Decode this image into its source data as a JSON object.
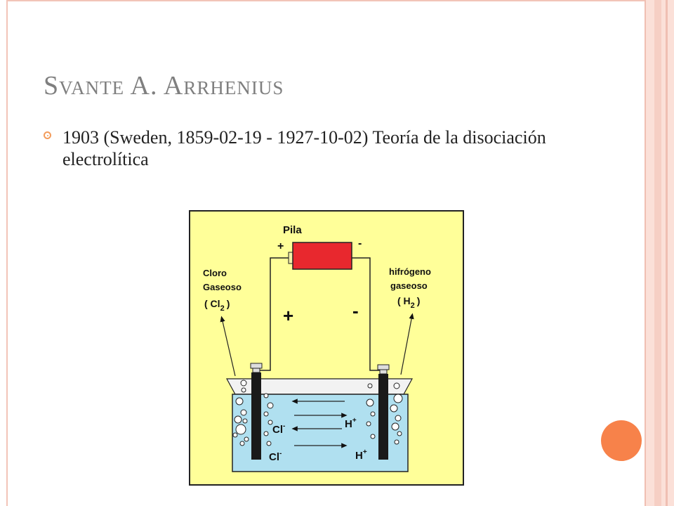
{
  "slide": {
    "title": "Svante A. Arrhenius",
    "bullet": "1903 (Sweden, 1859-02-19 - 1927-10-02) Teoría de la disociación electrolítica"
  },
  "figure": {
    "battery_label": "Pila",
    "battery_plus": "+",
    "battery_minus": "-",
    "left_gas_line1": "Cloro",
    "left_gas_line2": "Gaseoso",
    "left_gas_formula": "( Cl",
    "left_gas_sub": "2",
    "left_gas_close": ")",
    "right_gas_line1": "hifrógeno",
    "right_gas_line2": "gaseoso",
    "right_gas_formula": "( H",
    "right_gas_sub": "2",
    "right_gas_close": ")",
    "anode_sign": "+",
    "cathode_sign": "-",
    "ion_cl_1": "Cl",
    "ion_cl_1_sup": "-",
    "ion_cl_2": "Cl",
    "ion_cl_2_sup": "-",
    "ion_h_1": "H",
    "ion_h_1_sup": "+",
    "ion_h_2": "H",
    "ion_h_2_sup": "+",
    "colors": {
      "background": "#ffff99",
      "battery": "#e8282e",
      "solution": "#b0e0f0",
      "electrode": "#1a1a1a"
    }
  }
}
